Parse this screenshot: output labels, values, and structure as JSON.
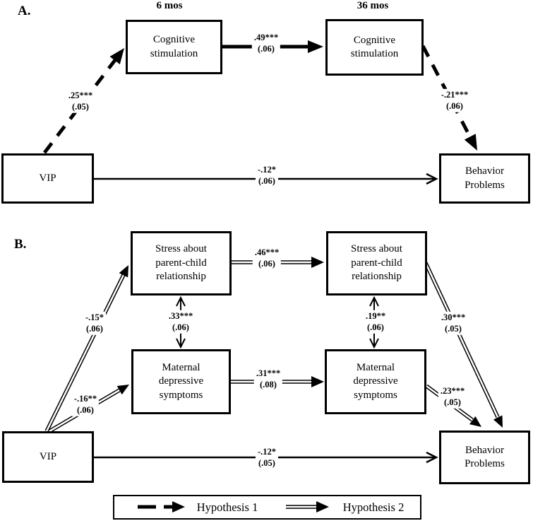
{
  "panel_a": {
    "label": "A.",
    "time_headers": [
      "6 mos",
      "36 mos"
    ],
    "boxes": {
      "vip": "VIP",
      "cog_6mos": "Cognitive\nstimulation",
      "cog_36mos": "Cognitive\nstimulation",
      "behavior": "Behavior\nProblems"
    },
    "coefficients": {
      "vip_to_cog6": {
        "value": ".25***",
        "se": "(.05)"
      },
      "cog6_to_cog36": {
        "value": ".49***",
        "se": "(.06)"
      },
      "cog36_to_behavior": {
        "value": "-.21***",
        "se": "(.06)"
      },
      "vip_to_behavior": {
        "value": "-.12*",
        "se": "(.06)"
      }
    }
  },
  "panel_b": {
    "label": "B.",
    "boxes": {
      "vip": "VIP",
      "stress_6mos": "Stress about\nparent-child\nrelationship",
      "stress_36mos": "Stress about\nparent-child\nrelationship",
      "depress_6mos": "Maternal\ndepressive\nsymptoms",
      "depress_36mos": "Maternal\ndepressive\nsymptoms",
      "behavior": "Behavior\nProblems"
    },
    "coefficients": {
      "vip_to_stress6": {
        "value": "-.15*",
        "se": "(.06)"
      },
      "stress6_to_stress36": {
        "value": ".46***",
        "se": "(.06)"
      },
      "stress6_cov_depress6": {
        "value": ".33***",
        "se": "(.06)"
      },
      "stress36_cov_depress36": {
        "value": ".19**",
        "se": "(.06)"
      },
      "stress36_to_behavior": {
        "value": ".30***",
        "se": "(.05)"
      },
      "vip_to_depress6": {
        "value": "-.16**",
        "se": "(.06)"
      },
      "depress6_to_depress36": {
        "value": ".31***",
        "se": "(.08)"
      },
      "depress36_to_behavior": {
        "value": ".23***",
        "se": "(.05)"
      },
      "vip_to_behavior": {
        "value": "-.12*",
        "se": "(.05)"
      }
    }
  },
  "legend": {
    "hypothesis1": "Hypothesis 1",
    "hypothesis2": "Hypothesis 2"
  },
  "colors": {
    "ink": "#000000",
    "background": "#ffffff"
  }
}
